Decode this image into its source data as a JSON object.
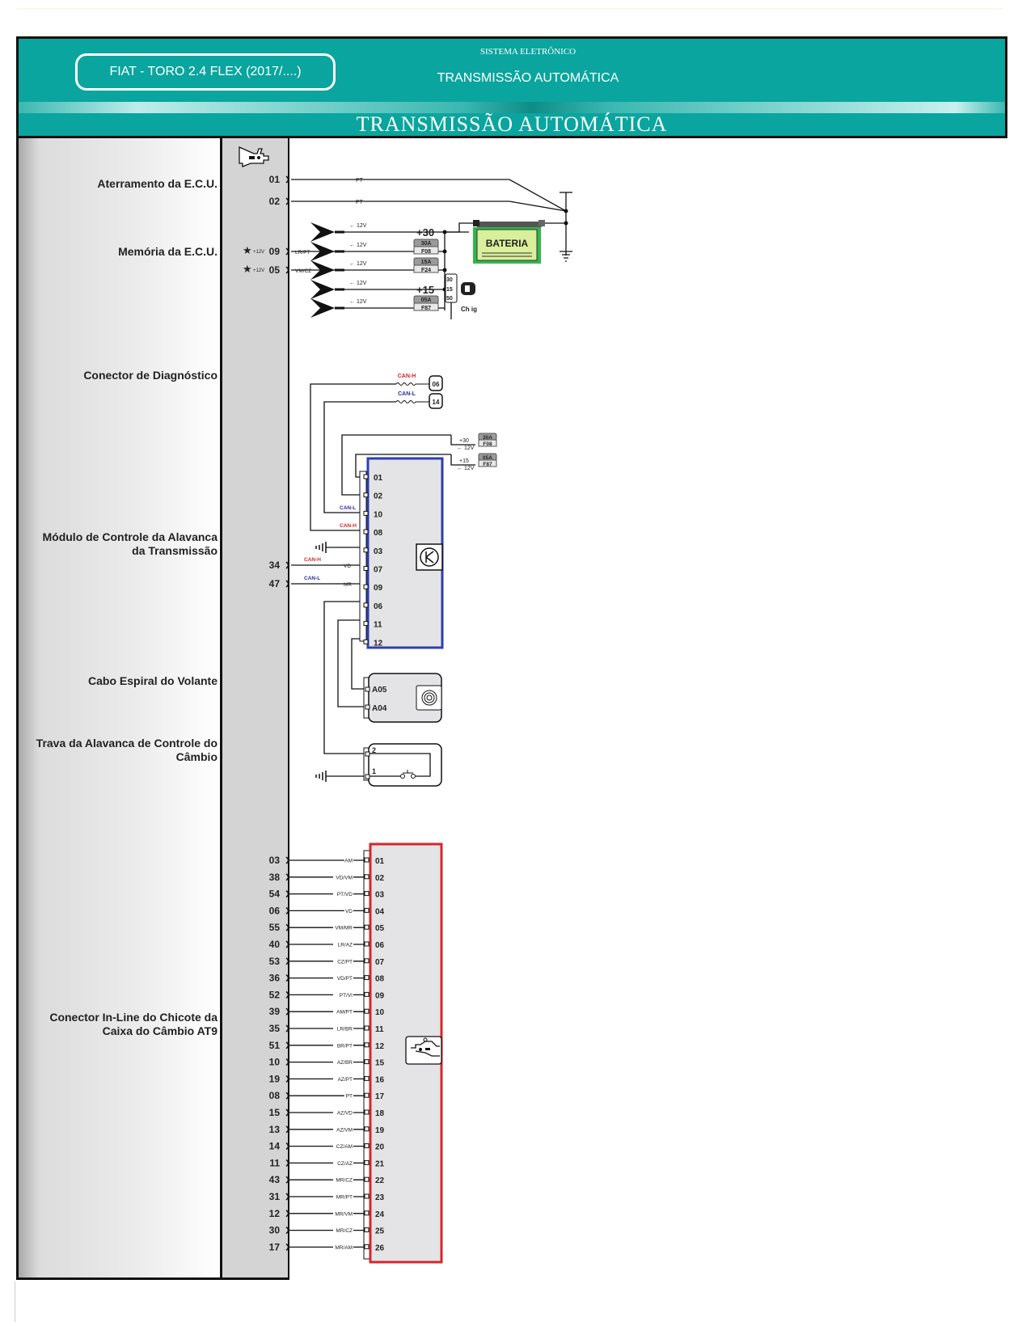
{
  "header": {
    "model": "FIAT - TORO 2.4 FLEX (2017/....)",
    "system_small": "SISTEMA ELETRÔNICO",
    "system_main": "TRANSMISSÃO AUTOMÁTICA",
    "title": "TRANSMISSÃO AUTOMÁTICA"
  },
  "sections": [
    {
      "label": "Aterramento da E.C.U."
    },
    {
      "label": "Memória da E.C.U."
    },
    {
      "label": "Conector de Diagnóstico"
    },
    {
      "label": "Módulo de Controle da Alavanca da Transmissão"
    },
    {
      "label": "Cabo Espiral do Volante"
    },
    {
      "label": "Trava da Alavanca de Controle do Câmbio"
    },
    {
      "label": "Conector In-Line do Chicote da Caixa do Câmbio AT9"
    }
  ],
  "ground": {
    "pins": [
      {
        "pin": "01",
        "wire": "PT"
      },
      {
        "pin": "02",
        "wire": "PT"
      }
    ]
  },
  "memory": {
    "star_label": "+12V",
    "pins": [
      {
        "pin": "09",
        "wire": "LR/PT",
        "fuse": "F08",
        "amps": "30A"
      },
      {
        "pin": "05",
        "wire": "VM/CZ",
        "fuse": "F24",
        "amps": "15A"
      }
    ],
    "arrow_label": "12V",
    "plus30": "+30",
    "plus15": "+15",
    "fuse_f87": {
      "fuse": "F87",
      "amps": "05A"
    },
    "battery": "BATERIA",
    "ignition_label": "Ch ig",
    "ignition_pins": [
      "30",
      "15",
      "50"
    ]
  },
  "diagnostic": {
    "lines": [
      {
        "signal": "CAN-H",
        "pin": "06"
      },
      {
        "signal": "CAN-L",
        "pin": "14"
      }
    ]
  },
  "lever_module": {
    "supply": [
      {
        "plus": "+30",
        "fuse": "F08",
        "amps": "30A",
        "volt": "12V"
      },
      {
        "plus": "+15",
        "fuse": "F87",
        "amps": "05A",
        "volt": "12V"
      }
    ],
    "pins": [
      "01",
      "02",
      "10",
      "08",
      "03",
      "07",
      "09",
      "06",
      "11",
      "12"
    ],
    "can_labels": {
      "p10": "CAN-L",
      "p08": "CAN-H"
    },
    "ecu_links": [
      {
        "ecu_pin": "34",
        "signal": "CAN-H",
        "wire": "VD",
        "pin": "07"
      },
      {
        "ecu_pin": "47",
        "signal": "CAN-L",
        "wire": "MR",
        "pin": "09"
      }
    ]
  },
  "clock_spring": {
    "pins": [
      "A05",
      "A04"
    ]
  },
  "shift_lock": {
    "pins": [
      "2",
      "1"
    ]
  },
  "inline_connector": {
    "rows": [
      {
        "ecu": "03",
        "wire": "AM",
        "pin": "01"
      },
      {
        "ecu": "38",
        "wire": "VD/VM",
        "pin": "02"
      },
      {
        "ecu": "54",
        "wire": "PT/VD",
        "pin": "03"
      },
      {
        "ecu": "06",
        "wire": "VD",
        "pin": "04"
      },
      {
        "ecu": "55",
        "wire": "VM/MR",
        "pin": "05"
      },
      {
        "ecu": "40",
        "wire": "LR/AZ",
        "pin": "06"
      },
      {
        "ecu": "53",
        "wire": "CZ/PT",
        "pin": "07"
      },
      {
        "ecu": "36",
        "wire": "VD/PT",
        "pin": "08"
      },
      {
        "ecu": "52",
        "wire": "PT/VI",
        "pin": "09"
      },
      {
        "ecu": "39",
        "wire": "AM/PT",
        "pin": "10"
      },
      {
        "ecu": "35",
        "wire": "LR/BR",
        "pin": "11"
      },
      {
        "ecu": "51",
        "wire": "BR/PT",
        "pin": "12"
      },
      {
        "ecu": "10",
        "wire": "AZ/BR",
        "pin": "15"
      },
      {
        "ecu": "19",
        "wire": "AZ/PT",
        "pin": "16"
      },
      {
        "ecu": "08",
        "wire": "PT",
        "pin": "17"
      },
      {
        "ecu": "15",
        "wire": "AZ/VD",
        "pin": "18"
      },
      {
        "ecu": "13",
        "wire": "AZ/VM",
        "pin": "19"
      },
      {
        "ecu": "14",
        "wire": "CZ/AM",
        "pin": "20"
      },
      {
        "ecu": "11",
        "wire": "CZ/AZ",
        "pin": "21"
      },
      {
        "ecu": "43",
        "wire": "MR/CZ",
        "pin": "22"
      },
      {
        "ecu": "31",
        "wire": "MR/PT",
        "pin": "23"
      },
      {
        "ecu": "12",
        "wire": "MR/VM",
        "pin": "24"
      },
      {
        "ecu": "30",
        "wire": "MR/CZ",
        "pin": "25"
      },
      {
        "ecu": "17",
        "wire": "MR/AM",
        "pin": "26"
      }
    ]
  },
  "colors": {
    "header_teal": "#0aa59e",
    "can_h": "#d7262b",
    "can_l": "#2b2f9c",
    "lever_module_border": "#2f3fb0",
    "inline_border": "#d7262b",
    "battery_green": "#33b54a"
  }
}
